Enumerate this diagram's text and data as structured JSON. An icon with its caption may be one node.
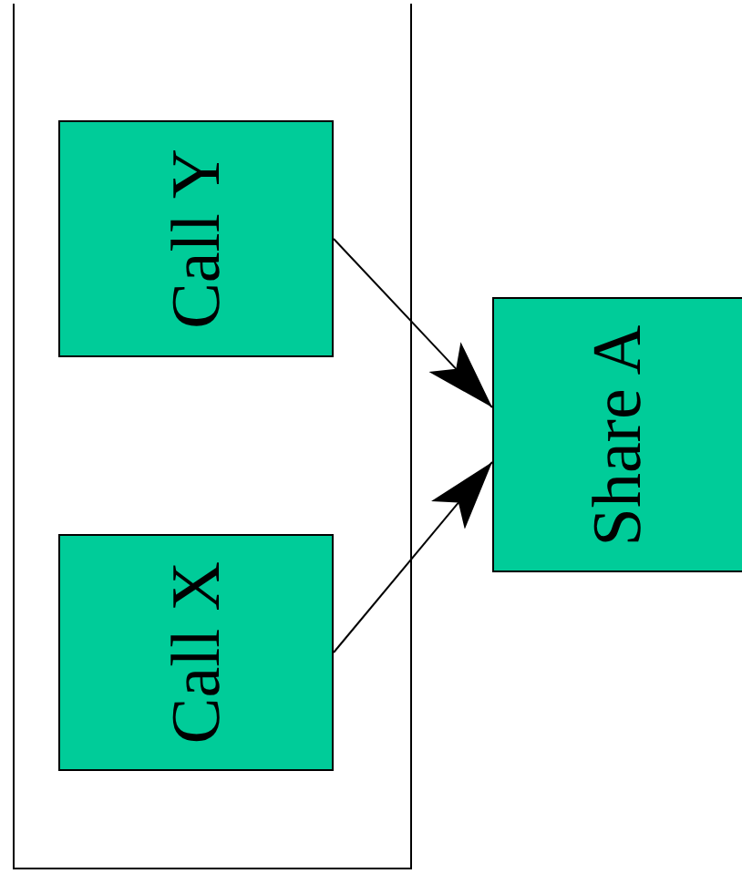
{
  "diagram": {
    "nodes": [
      {
        "text": [],
        "shape": "box"
      },
      {
        "text": [
          "Call Y"
        ],
        "in": 0
      },
      {
        "text": [
          "Call X"
        ],
        "in": 0
      },
      {
        "text": [
          "Share A"
        ]
      }
    ],
    "edges": [
      {
        "from": 1,
        "to": 3,
        "arrow": "to"
      },
      {
        "from": 2,
        "to": 3,
        "arrow": "to"
      }
    ]
  }
}
